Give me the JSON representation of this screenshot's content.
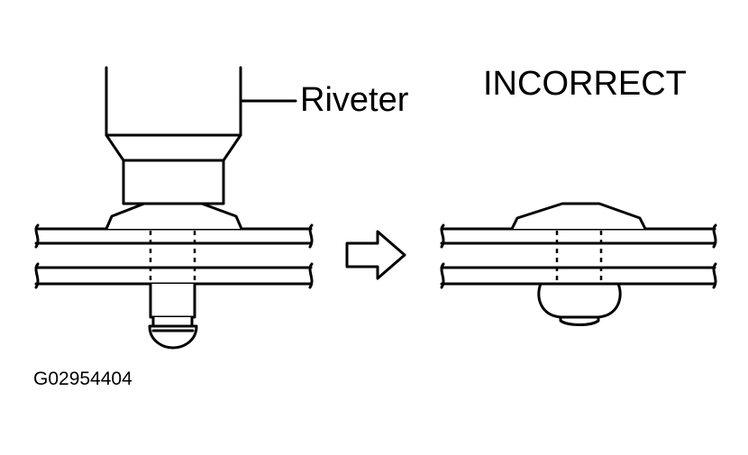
{
  "labels": {
    "riveter": "Riveter",
    "status": "INCORRECT",
    "figure_id": "G02954404"
  },
  "colors": {
    "line": "#000000",
    "background": "#ffffff"
  },
  "icons": {
    "arrow": "right-arrow-outline-icon"
  }
}
